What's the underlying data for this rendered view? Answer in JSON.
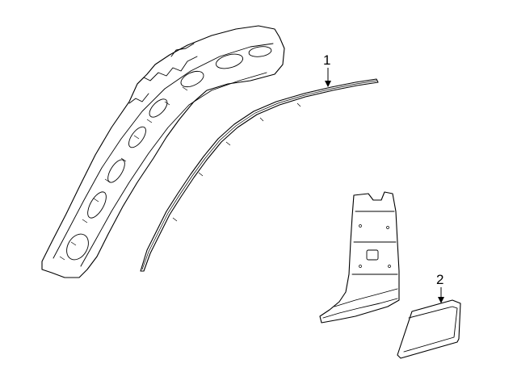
{
  "callouts": [
    {
      "id": "1",
      "label": "1",
      "part": "weatherstrip"
    },
    {
      "id": "2",
      "label": "2",
      "part": "applique"
    }
  ]
}
